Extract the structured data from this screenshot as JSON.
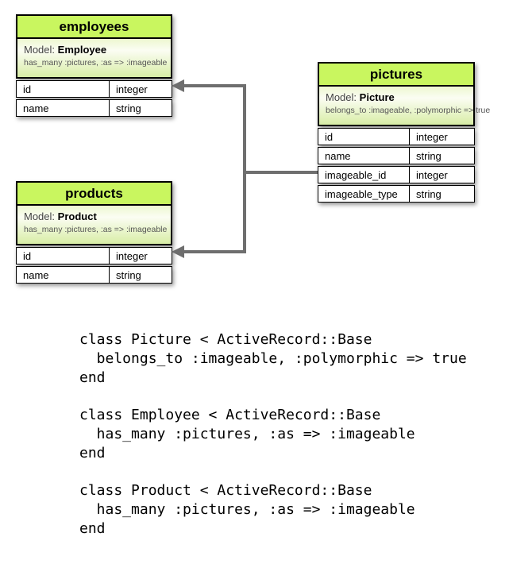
{
  "diagram": {
    "tables": [
      {
        "title": "employees",
        "model_label": "Model:",
        "model_name": "Employee",
        "association": "has_many :pictures, :as => :imageable",
        "columns": [
          {
            "name": "id",
            "type": "integer"
          },
          {
            "name": "name",
            "type": "string"
          }
        ]
      },
      {
        "title": "pictures",
        "model_label": "Model:",
        "model_name": "Picture",
        "association": "belongs_to :imageable, :polymorphic => true",
        "columns": [
          {
            "name": "id",
            "type": "integer"
          },
          {
            "name": "name",
            "type": "string"
          },
          {
            "name": "imageable_id",
            "type": "integer"
          },
          {
            "name": "imageable_type",
            "type": "string"
          }
        ]
      },
      {
        "title": "products",
        "model_label": "Model:",
        "model_name": "Product",
        "association": "has_many :pictures, :as => :imageable",
        "columns": [
          {
            "name": "id",
            "type": "integer"
          },
          {
            "name": "name",
            "type": "string"
          }
        ]
      }
    ],
    "colors": {
      "header_green": "#c9f65f",
      "section_green": "#d8eda6",
      "connector_gray": "#6e6e6e",
      "border": "#000000"
    }
  },
  "code": {
    "blocks": [
      {
        "lines": [
          "class Picture < ActiveRecord::Base",
          "  belongs_to :imageable, :polymorphic => true",
          "end"
        ]
      },
      {
        "lines": [
          "class Employee < ActiveRecord::Base",
          "  has_many :pictures, :as => :imageable",
          "end"
        ]
      },
      {
        "lines": [
          "class Product < ActiveRecord::Base",
          "  has_many :pictures, :as => :imageable",
          "end"
        ]
      }
    ]
  }
}
